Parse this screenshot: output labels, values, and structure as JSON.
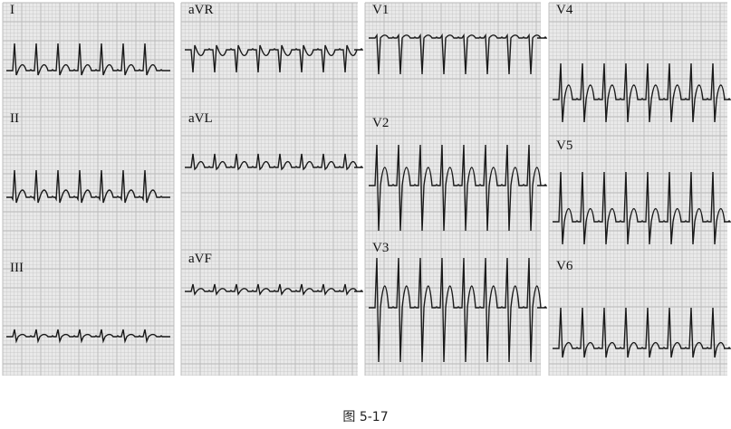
{
  "figure": {
    "caption": "图 5-17",
    "panels": [
      {
        "leads": [
          "I",
          "II",
          "III"
        ]
      },
      {
        "leads": [
          "aVR",
          "aVL",
          "aVF"
        ]
      },
      {
        "leads": [
          "V1",
          "V2",
          "V3"
        ]
      },
      {
        "leads": [
          "V4",
          "V5",
          "V6"
        ]
      }
    ]
  },
  "colors": {
    "grid_bg": "#e9e9e9",
    "grid_line": "#b8b8b8",
    "trace": "#1a1a1a"
  }
}
